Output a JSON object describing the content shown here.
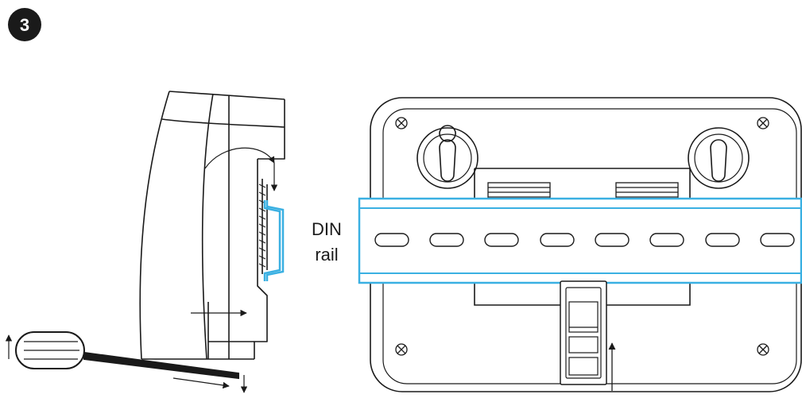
{
  "step": {
    "number": "3"
  },
  "labels": {
    "din_rail_line1": "DIN",
    "din_rail_line2": "rail"
  },
  "colors": {
    "rail": "#3ab0e2",
    "line": "#1a1a1a",
    "background": "#ffffff"
  },
  "icons": [
    "step-3-badge",
    "screwdriver-icon",
    "keyhole-icon",
    "screw-icon",
    "arrow-icon"
  ]
}
